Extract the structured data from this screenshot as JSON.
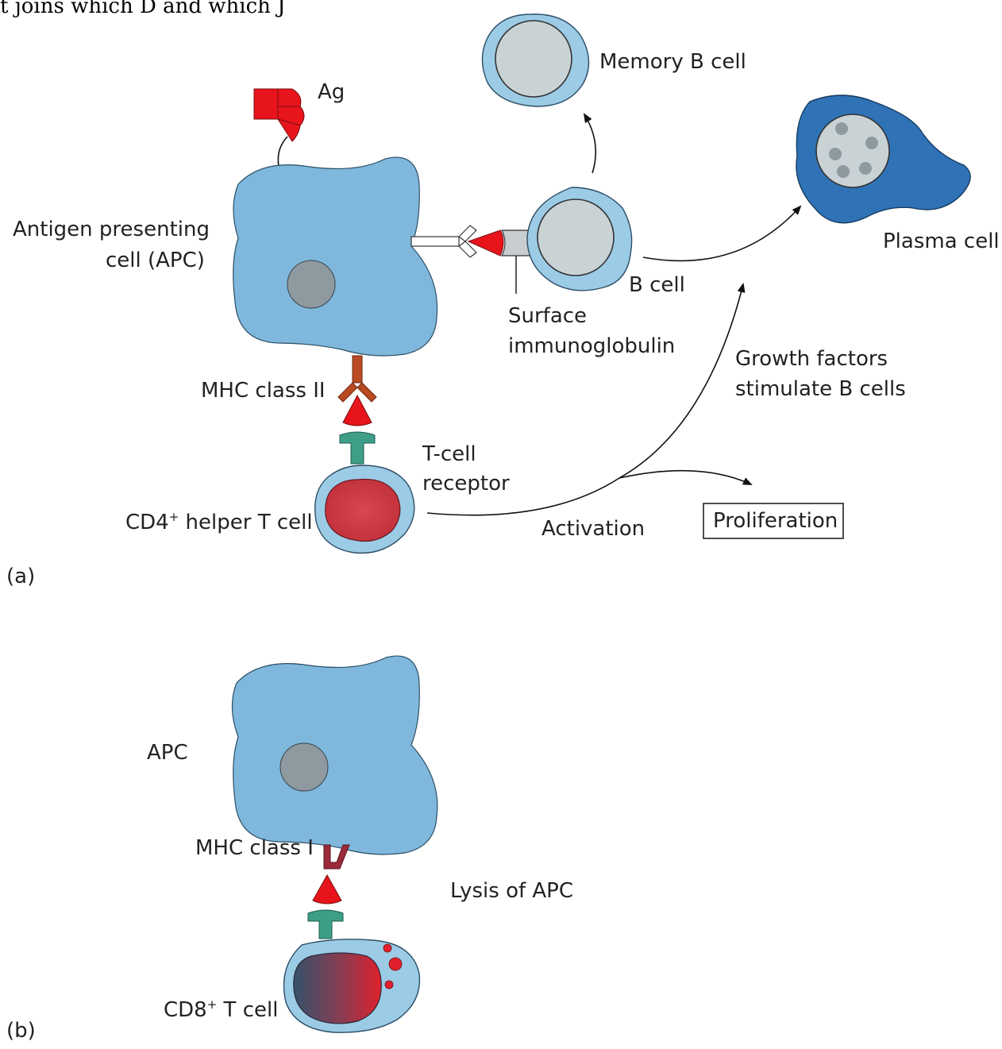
{
  "header_fragment": "t joins which D and which J",
  "panel_a": {
    "tag": "(a)",
    "labels": {
      "antigen": "Ag",
      "memory_b_cell": "Memory B cell",
      "plasma_cell": "Plasma cell",
      "apc_line1": "Antigen presenting",
      "apc_line2": "cell (APC)",
      "b_cell": "B cell",
      "surface_ig_line1": "Surface",
      "surface_ig_line2": "immunoglobulin",
      "growth_line1": "Growth factors",
      "growth_line2": "stimulate B cells",
      "mhc_class_ii": "MHC class II",
      "tcr_line1": "T-cell",
      "tcr_line2": "receptor",
      "cd4_prefix": "CD4",
      "cd4_sup": "+",
      "cd4_suffix": " helper T cell",
      "activation": "Activation",
      "proliferation": "Proliferation"
    }
  },
  "panel_b": {
    "tag": "(b)",
    "labels": {
      "apc": "APC",
      "mhc_class_i": "MHC class I",
      "lysis": "Lysis of APC",
      "cd8_prefix": "CD8",
      "cd8_sup": "+",
      "cd8_suffix": " T cell"
    }
  },
  "colors": {
    "apc_fill": "#7fb8dc",
    "membrane_fill": "#9ccbe6",
    "nucleus_grey": "#8e9aa0",
    "b_nucleus": "#c9d3d6",
    "plasma_fill": "#2f72b6",
    "antigen_red": "#e8141b",
    "mhc_ii_brown": "#b94a22",
    "tcr_green": "#3e9e88",
    "t_nucleus_red": "#cc3640",
    "cd8_nucleus_dark": "#34526a"
  }
}
